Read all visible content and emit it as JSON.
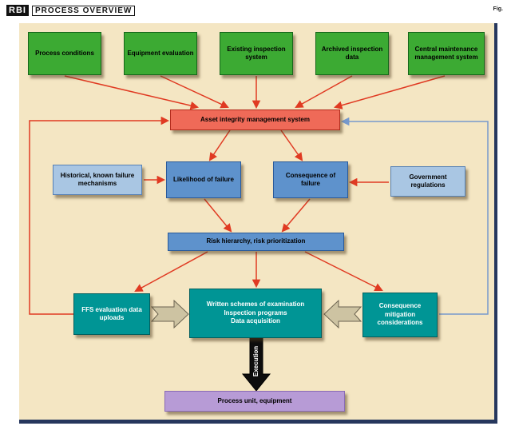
{
  "header": {
    "title_main": "RBI",
    "title_rest": "PROCESS OVERVIEW",
    "fig": "Fig."
  },
  "inputs": [
    {
      "label": "Process conditions"
    },
    {
      "label": "Equipment evaluation"
    },
    {
      "label": "Existing inspection system"
    },
    {
      "label": "Archived inspection data"
    },
    {
      "label": "Central maintenance management system"
    }
  ],
  "aims": {
    "label": "Asset integrity management system"
  },
  "analysis": {
    "historical": {
      "label": "Historical, known failure mechanisms"
    },
    "likelihood": {
      "label": "Likelihood of failure"
    },
    "consequence": {
      "label": "Consequence of failure"
    },
    "government": {
      "label": "Government regulations"
    }
  },
  "risk": {
    "label": "Risk hierarchy, risk prioritization"
  },
  "actions": {
    "ffs": {
      "label": "FFS evaluation data uploads"
    },
    "center": {
      "lines": [
        "Written schemes of examination",
        "Inspection programs",
        "Data acquisition"
      ]
    },
    "mitigation": {
      "label": "Consequence mitigation considerations"
    }
  },
  "execution": {
    "label": "Execution"
  },
  "output": {
    "label": "Process unit, equipment"
  },
  "colors": {
    "background": "#f4e6c3",
    "green": "#3caa33",
    "red_box": "#ef6a58",
    "blue_box": "#5e92cc",
    "light_blue_box": "#a9c6e3",
    "teal_box": "#009595",
    "purple_box": "#b79bd6",
    "arrow_red": "#e03a22",
    "feedback_blue": "#7799cc",
    "chevron": "#cdc3a2"
  }
}
